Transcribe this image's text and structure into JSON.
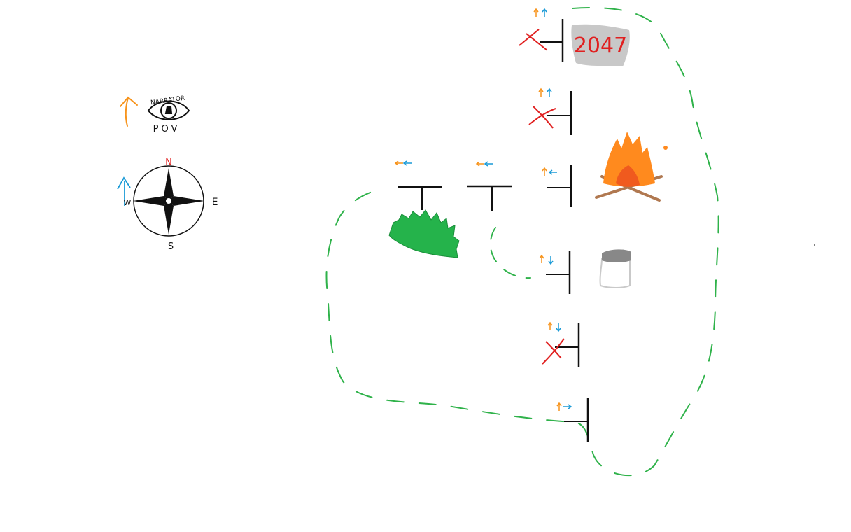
{
  "legend": {
    "narrator_caption": "NARRATOR",
    "pov_caption": "POV",
    "compass": {
      "north": "N",
      "east": "E",
      "south": "S",
      "west": "W"
    }
  },
  "signs": {
    "sign_2047_text": "2047"
  },
  "colors": {
    "path_green": "#2fb24a",
    "narrator_orange": "#f7941d",
    "compass_blue": "#1a9ad6",
    "cross_red": "#e02020",
    "sign_grey": "#c8c8c8",
    "fire_orange": "#ff8a1e",
    "bush_green": "#25b34b",
    "wood_brown": "#b07850"
  },
  "icons": [
    "narrator-eye-icon",
    "compass-icon",
    "bush-icon",
    "campfire-icon",
    "bucket-icon",
    "sign-2047-icon"
  ]
}
